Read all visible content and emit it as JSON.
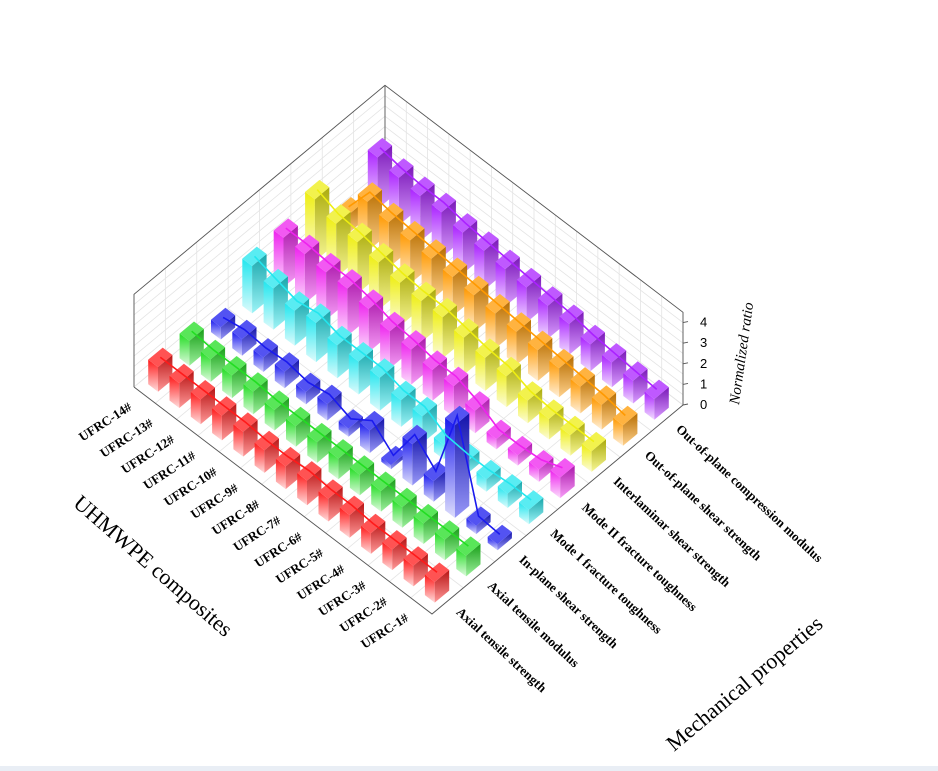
{
  "chart_data": {
    "type": "bar",
    "projection": "3d",
    "xlabel": "UHMWPE composites",
    "ylabel": "Mechanical properties",
    "zlabel": "Normalized ratio",
    "zlim": [
      0,
      4.5
    ],
    "zticks": [
      0,
      1,
      2,
      3,
      4
    ],
    "grid": true,
    "composites": [
      "UFRC-1#",
      "UFRC-2#",
      "UFRC-3#",
      "UFRC-4#",
      "UFRC-5#",
      "UFRC-6#",
      "UFRC-7#",
      "UFRC-8#",
      "UFRC-9#",
      "UFRC-10#",
      "UFRC-11#",
      "UFRC-12#",
      "UFRC-13#",
      "UFRC-14#"
    ],
    "series": [
      {
        "name": "Axial tensile strength",
        "color": "#ff1a1a",
        "values": [
          1.0,
          1.0,
          1.0,
          1.0,
          1.1,
          1.1,
          1.2,
          1.1,
          1.1,
          1.2,
          1.2,
          1.2,
          1.2,
          1.2
        ]
      },
      {
        "name": "Axial tensile modulus",
        "color": "#22dd22",
        "values": [
          1.0,
          1.0,
          1.0,
          1.0,
          1.0,
          1.0,
          1.0,
          1.0,
          1.0,
          1.0,
          1.1,
          1.1,
          1.1,
          1.2
        ]
      },
      {
        "name": "In-plane shear strength",
        "color": "#1a1aee",
        "values": [
          0.3,
          0.4,
          4.5,
          1.0,
          2.0,
          0.2,
          1.1,
          0.4,
          0.8,
          0.6,
          0.8,
          0.7,
          0.8,
          0.6
        ]
      },
      {
        "name": "Mode I fracture toughness",
        "color": "#22e6ee",
        "values": [
          0.7,
          0.7,
          0.6,
          0.6,
          0.7,
          1.3,
          1.3,
          1.6,
          1.6,
          1.6,
          1.9,
          1.7,
          2.0,
          2.3
        ]
      },
      {
        "name": "Mode II fracture toughness",
        "color": "#ee22ee",
        "values": [
          1.0,
          0.6,
          0.5,
          0.5,
          1.1,
          1.5,
          1.5,
          1.7,
          1.8,
          2.1,
          2.3,
          2.3,
          2.4,
          2.4
        ]
      },
      {
        "name": "Interlaminar shear strength",
        "color": "#eeee11",
        "values": [
          1.0,
          1.0,
          1.0,
          1.1,
          1.5,
          1.6,
          1.8,
          2.0,
          2.0,
          2.1,
          2.3,
          2.5,
          2.6,
          3.0
        ]
      },
      {
        "name": "Out-of-plane shear strength",
        "color": "#ff9900",
        "values": [
          1.0,
          1.2,
          1.3,
          1.4,
          1.5,
          1.6,
          1.7,
          1.8,
          1.9,
          2.0,
          2.1,
          2.2,
          2.4,
          0.9
        ]
      },
      {
        "name": "Out-of-plane compression modulus",
        "color": "#aa22ff",
        "values": [
          1.0,
          1.1,
          1.2,
          1.3,
          1.5,
          1.6,
          1.7,
          1.8,
          1.9,
          2.0,
          2.2,
          2.2,
          2.3,
          2.5
        ]
      }
    ]
  }
}
